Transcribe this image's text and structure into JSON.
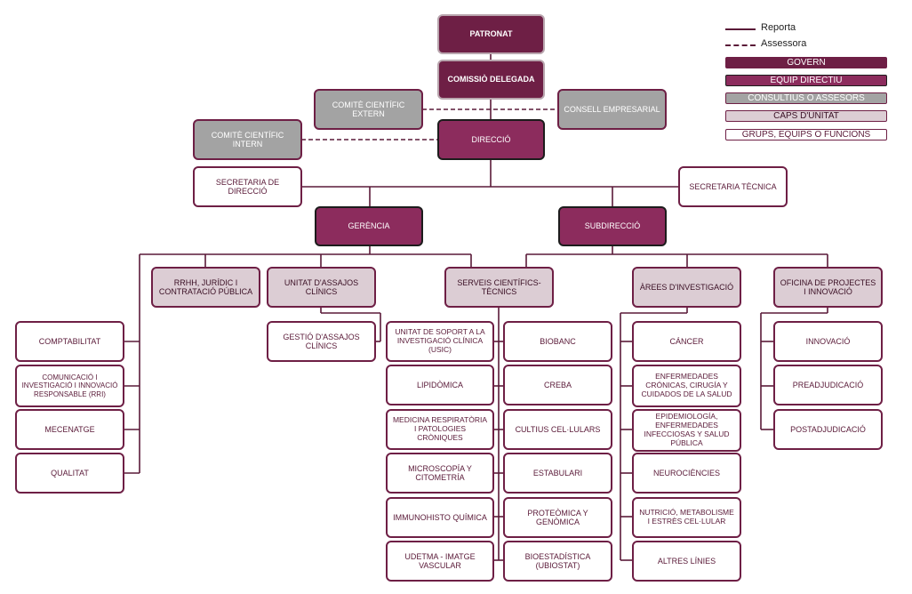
{
  "legend": {
    "reporta": "Reporta",
    "assessora": "Assessora",
    "govern": "GOVERN",
    "equip_directiu": "EQUIP DIRECTIU",
    "consultius": "CONSULTIUS  O ASSESORS",
    "caps_unitat": "CAPS D'UNITAT",
    "grups": "GRUPS, EQUIPS O FUNCIONS"
  },
  "nodes": {
    "patronat": "PATRONAT",
    "comissio": "COMISSIÒ DELEGADA",
    "comite_extern": "COMITÈ CIENTÍFIC EXTERN",
    "consell": "CONSELL EMPRESARIAL",
    "comite_intern": "COMITÈ CIENTÍFIC INTERN",
    "direccio": "DIRECCIÓ",
    "secretaria_direccio": "SECRETARIA DE DIRECCIÓ",
    "secretaria_tecnica": "SECRETARIA TÈCNICA",
    "gerencia": "GERÈNCIA",
    "subdireccio": "SUBDIRECCIÓ",
    "rrhh": "RRHH, JURÍDIC I CONTRATACIÓ PÚBLICA",
    "assajos": "UNITAT D'ASSAJOS CLÍNICS",
    "serveis": "SERVEIS CIENTÍFICS-TÈCNICS",
    "arees": "ÀREES D'INVESTIGACIÓ",
    "oficina": "OFICINA DE PROJECTES  I INNOVACIÓ",
    "comptabilitat": "COMPTABILITAT",
    "comunicacio": "COMUNICACIÓ I INVESTIGACIÓ I INNOVACIÓ RESPONSABLE (RRI)",
    "mecenatge": "MECENATGE",
    "qualitat": "QUALITAT",
    "gestio_assajos": "GESTIÓ D'ASSAJOS CLÍNICS",
    "usic": "UNITAT DE SOPORT A LA INVESTIGACIÓ CLÍNICA (USIC)",
    "lipidomica": "LIPIDÒMICA",
    "medicina": "MEDICINA RESPIRATÒRIA I PATOLOGIES CRÒNIQUES",
    "microscopia": "MICROSCOPÍA Y CITOMETRÍA",
    "immunohisto": "IMMUNOHISTO QUÍMICA",
    "udetma": "UDETMA - IMATGE VASCULAR",
    "biobanc": "BIOBANC",
    "creba": "CREBA",
    "cultius": "CULTIUS CEL·LULARS",
    "estabulari": "ESTABULARI",
    "proteomica": "PROTEÒMICA Y GENÒMICA",
    "bioestadistica": "BIOESTADÍSTICA (UBIOSTAT)",
    "cancer": "CÁNCER",
    "enfermedades": "ENFERMEDADES CRÓNICAS, CIRUGÍA Y CUIDADOS DE LA SALUD",
    "epidemiologia": "EPIDEMIOLOGÍA, ENFERMEDADES INFECCIOSAS Y SALUD PÚBLICA",
    "neurociencies": "NEUROCIÈNCIES",
    "nutricio": "NUTRICIÓ, METABOLISME I ESTRÈS CEL·LULAR",
    "altres": "ALTRES LÍNIES",
    "innovacio": "INNOVACIÓ",
    "preadjudicacio": "PREADJUDICACIÓ",
    "postadjudicacio": "POSTADJUDICACIÓ"
  },
  "colors": {
    "govern": "#6e1f45",
    "equip_directiu": "#8c2c5d",
    "consultius": "#a3a3a3",
    "caps_unitat": "#dccdd4",
    "line": "#5a1a38"
  }
}
